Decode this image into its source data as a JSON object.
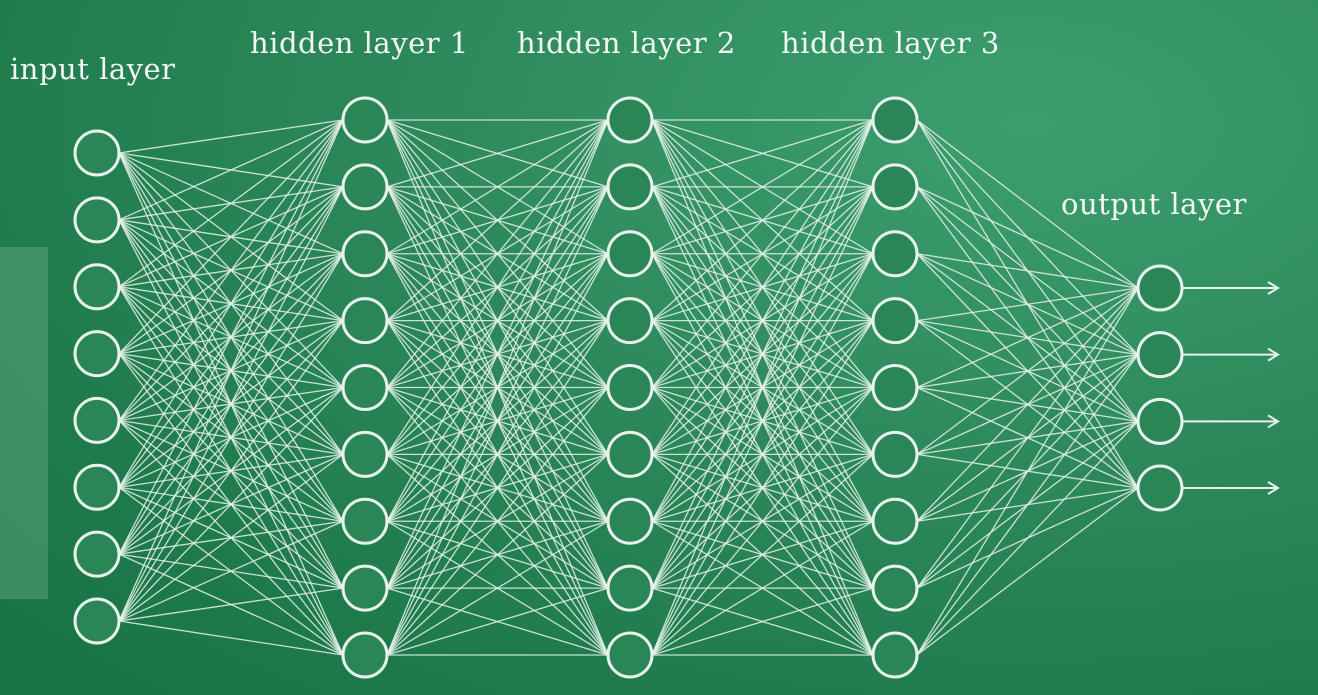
{
  "diagram": {
    "layers": [
      {
        "label": "input layer",
        "neurons": 8
      },
      {
        "label": "hidden layer 1",
        "neurons": 9
      },
      {
        "label": "hidden layer 2",
        "neurons": 9
      },
      {
        "label": "hidden layer 3",
        "neurons": 9
      },
      {
        "label": "output layer",
        "neurons": 4
      }
    ],
    "connectivity": "fully-connected",
    "output_arrows": 4
  },
  "colors": {
    "background": "#2e8a5c",
    "line": "#e8f2ec",
    "text": "#f2f7f3"
  }
}
